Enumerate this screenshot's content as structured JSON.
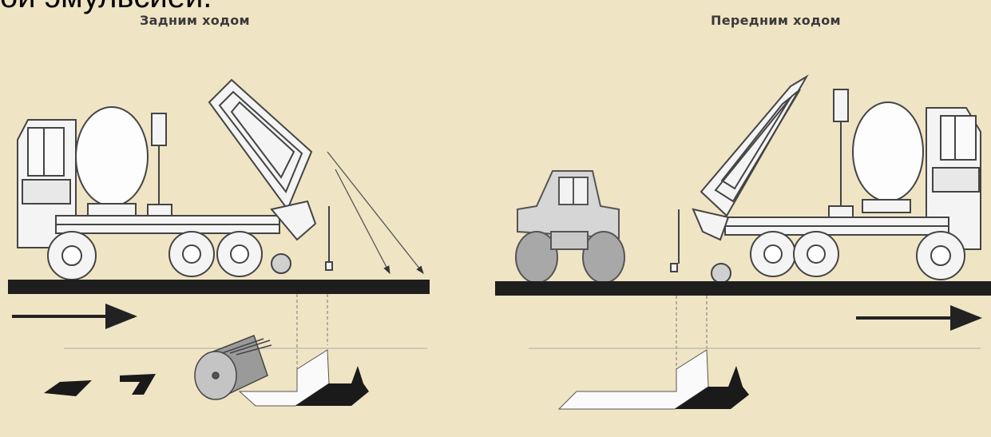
{
  "heading": {
    "text": "ой эмульсией."
  },
  "panels": {
    "left": {
      "label": "Задним ходом"
    },
    "right": {
      "label": "Передним ходом"
    }
  },
  "colors": {
    "background": "#efe4c4",
    "road": "#1e1e1e",
    "line": "#555555",
    "truck_fill": "#f4f4f4",
    "roller_fill": "#bdbdbd"
  },
  "icons": [
    "arrow-right-icon",
    "truck-illustration",
    "roller-illustration"
  ]
}
